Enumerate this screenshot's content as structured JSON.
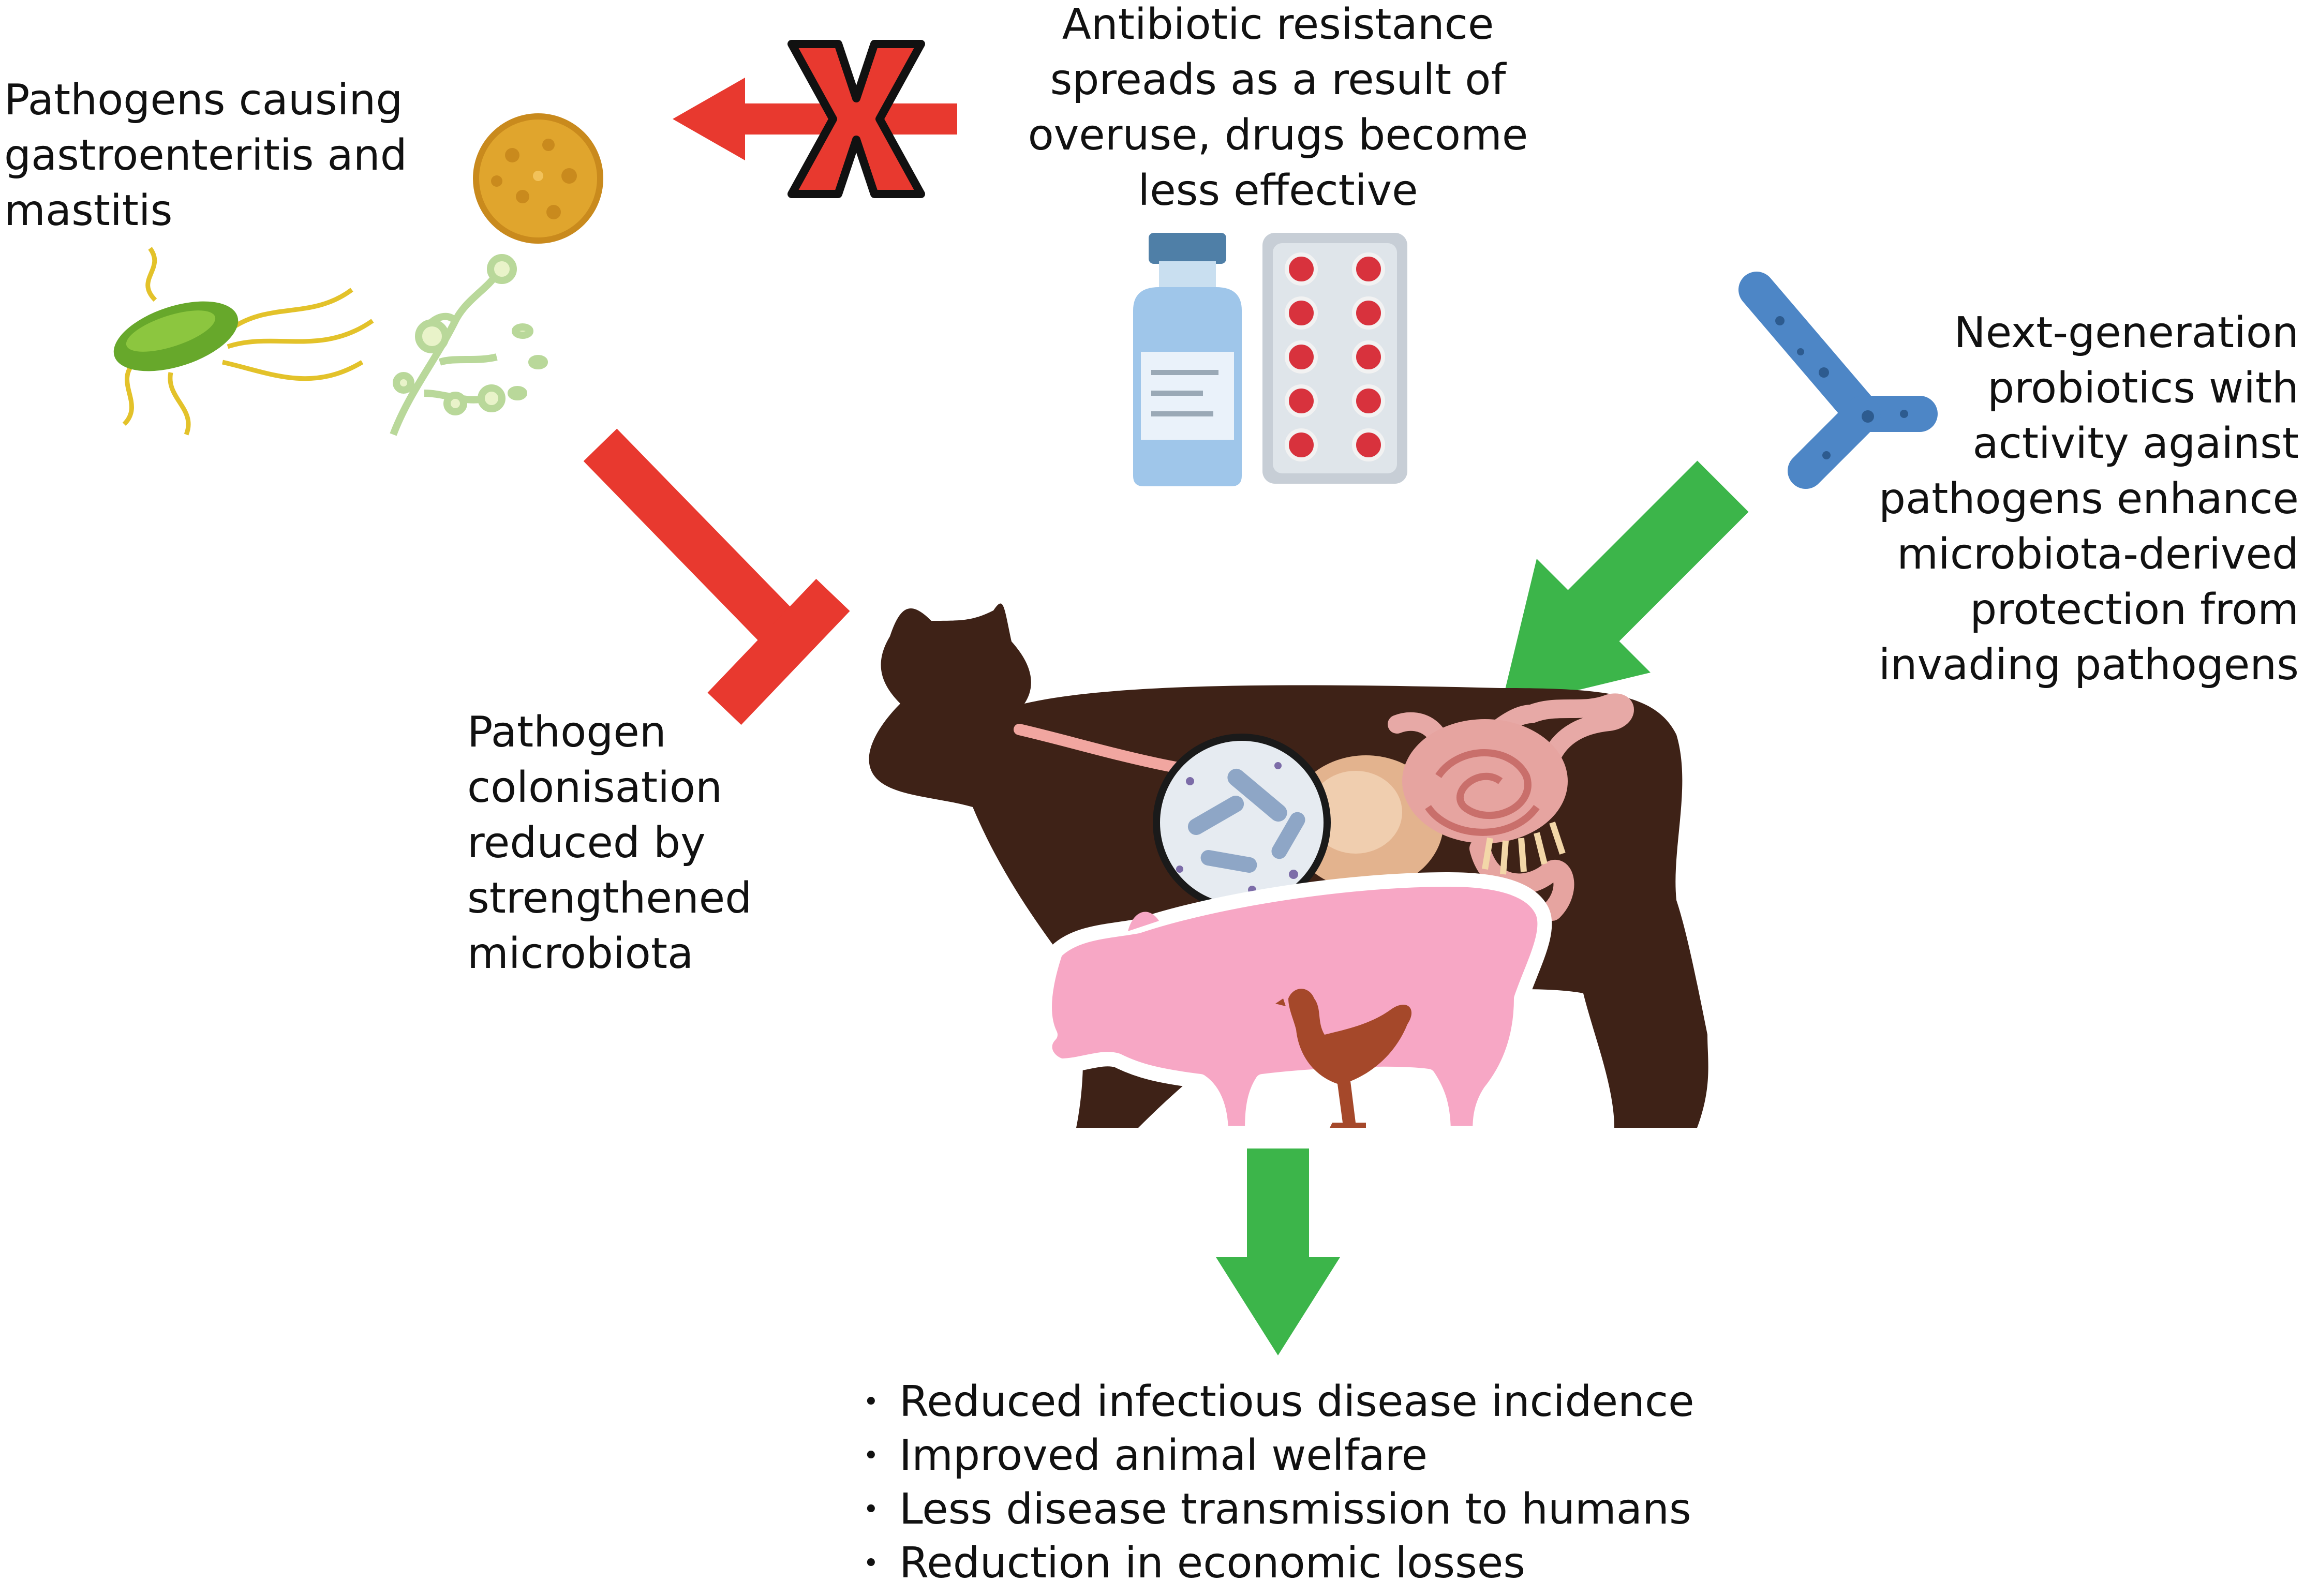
{
  "labels": {
    "pathogens": [
      "Pathogens causing",
      "gastroenteritis and",
      "mastitis"
    ],
    "antibiotic": [
      "Antibiotic resistance",
      "spreads as a result of",
      "overuse, drugs become",
      "less effective"
    ],
    "probiotics": [
      "Next-generation",
      "probiotics with",
      "activity against",
      "pathogens enhance",
      "microbiota-derived",
      "protection from",
      "invading pathogens"
    ],
    "colonisation": [
      "Pathogen",
      "colonisation",
      "reduced by",
      "strengthened",
      "microbiota"
    ]
  },
  "outcomes": [
    "Reduced infectious disease incidence",
    "Improved animal welfare",
    "Less disease transmission to humans",
    "Reduction in economic losses"
  ],
  "colors": {
    "inhibit_red": "#e8392f",
    "promote_green": "#3cb54a",
    "probiotic_blue": "#4d86c6",
    "cow_brown": "#3e2217",
    "pig_pink": "#f7a7c5",
    "chicken_brown": "#a5482a"
  },
  "icons": [
    "cross-x-icon",
    "bacterium-icon",
    "mold-icon",
    "spore-icon",
    "medicine-bottle-icon",
    "pill-blister-icon",
    "probiotic-y-icon",
    "cow-icon",
    "pig-icon",
    "chicken-icon",
    "microbiota-magnifier-icon",
    "intestine-icon"
  ]
}
